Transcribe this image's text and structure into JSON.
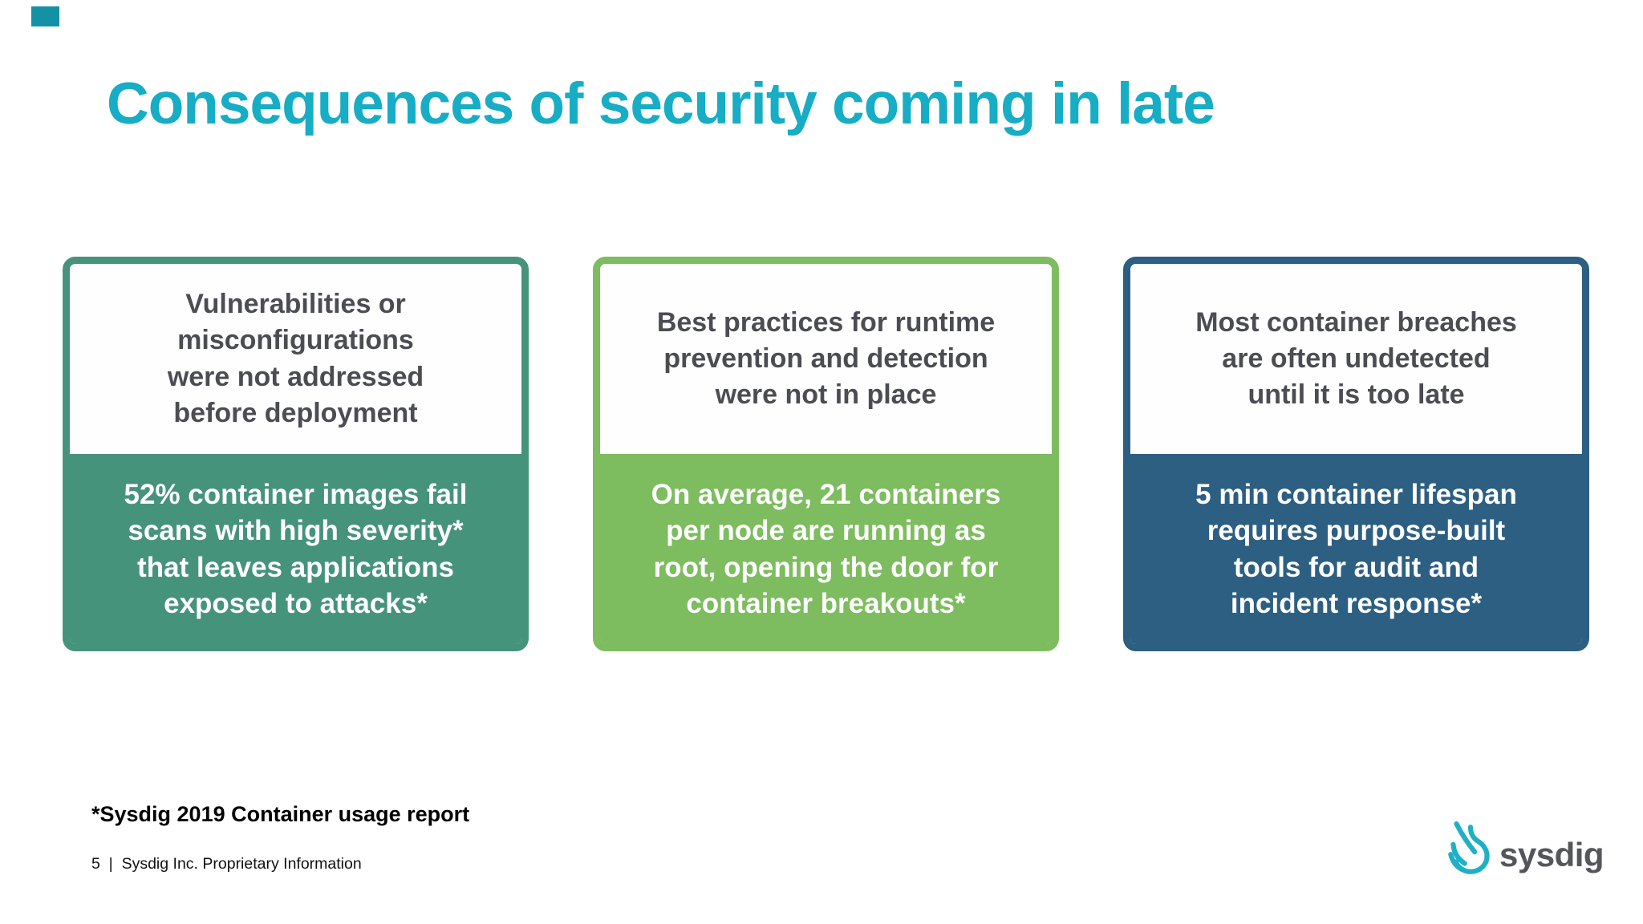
{
  "slide": {
    "title": "Consequences of security coming in late",
    "title_color": "#16ADC5",
    "accent_color": "#1292A4",
    "background_color": "#FFFFFF",
    "heading_text_color": "#4C4D52"
  },
  "cards": [
    {
      "heading": "Vulnerabilities or\nmisconfigurations\nwere not addressed\nbefore deployment",
      "body": "52% container images fail\nscans with high severity*\nthat leaves applications\nexposed to attacks*",
      "color": "#46937B"
    },
    {
      "heading": "Best practices for runtime\nprevention and detection\nwere not in place",
      "body": "On average, 21 containers\nper node are running as\nroot, opening the door for\ncontainer breakouts*",
      "color": "#7DBC5F"
    },
    {
      "heading": "Most container breaches\nare often undetected\nuntil it is too late",
      "body": "5 min container lifespan\nrequires purpose-built\ntools for audit and\nincident response*",
      "color": "#2C5F81"
    }
  ],
  "footnote": "*Sysdig 2019 Container usage report",
  "page_footer": "5  |  Sysdig Inc. Proprietary Information",
  "logo": {
    "wordmark": "sysdig",
    "icon": "sysdig-dig-icon",
    "icon_color": "#1FB0C6",
    "wordmark_color": "#55565A"
  }
}
